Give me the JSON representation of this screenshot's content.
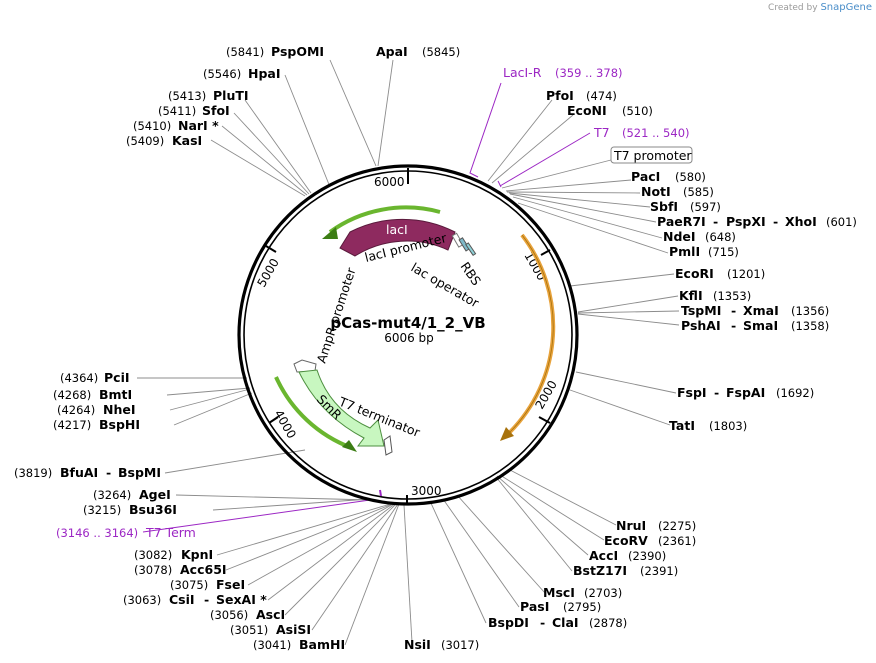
{
  "watermark": {
    "created_by": "Created by",
    "brand": "SnapGene"
  },
  "plasmid": {
    "name": "pCas-mut4/1_2_VB",
    "size": "6006 bp"
  },
  "ticks": [
    "1000",
    "2000",
    "3000",
    "4000",
    "5000",
    "6000"
  ],
  "features": {
    "lacI": "lacI",
    "lacI_promoter": "lacI promoter",
    "lac_operator": "lac operator",
    "RBS": "RBS",
    "AmpR_promoter": "AmpR promoter",
    "SmR": "SmR",
    "T7_terminator": "T7 terminator",
    "T7_promoter": "T7 promoter"
  },
  "labels_right": [
    {
      "name": "ApaI",
      "pos": "(5845)"
    },
    {
      "name": "PfoI",
      "pos": "(474)"
    },
    {
      "name": "EcoNI",
      "pos": "(510)"
    },
    {
      "name": "PacI",
      "pos": "(580)"
    },
    {
      "name": "NotI",
      "pos": "(585)"
    },
    {
      "name": "SbfI",
      "pos": "(597)"
    },
    {
      "name": "PaeR7I",
      "sep1": "-",
      "name2": "PspXI",
      "sep2": "-",
      "name3": "XhoI",
      "pos": "(601)"
    },
    {
      "name": "NdeI",
      "pos": "(648)"
    },
    {
      "name": "PmlI",
      "pos": "(715)"
    },
    {
      "name": "EcoRI",
      "pos": "(1201)"
    },
    {
      "name": "KflI",
      "pos": "(1353)"
    },
    {
      "name": "TspMI",
      "sep1": "-",
      "name2": "XmaI",
      "pos": "(1356)"
    },
    {
      "name": "PshAI",
      "sep1": "-",
      "name2": "SmaI",
      "pos": "(1358)"
    },
    {
      "name": "FspI",
      "sep1": "-",
      "name2": "FspAI",
      "pos": "(1692)"
    },
    {
      "name": "TatI",
      "pos": "(1803)"
    },
    {
      "name": "NruI",
      "pos": "(2275)"
    },
    {
      "name": "EcoRV",
      "pos": "(2361)"
    },
    {
      "name": "AccI",
      "pos": "(2390)"
    },
    {
      "name": "BstZ17I",
      "pos": "(2391)"
    },
    {
      "name": "MscI",
      "pos": "(2703)"
    },
    {
      "name": "PasI",
      "pos": "(2795)"
    },
    {
      "name": "BspDI",
      "sep1": "-",
      "name2": "ClaI",
      "pos": "(2878)"
    }
  ],
  "labels_left": [
    {
      "name": "PspOMI",
      "pos": "(5841)"
    },
    {
      "name": "HpaI",
      "pos": "(5546)"
    },
    {
      "name": "PluTI",
      "pos": "(5413)"
    },
    {
      "name": "SfoI",
      "pos": "(5411)"
    },
    {
      "name": "NarI *",
      "pos": "(5410)"
    },
    {
      "name": "KasI",
      "pos": "(5409)"
    },
    {
      "name": "PciI",
      "pos": "(4364)"
    },
    {
      "name": "BmtI",
      "pos": "(4268)"
    },
    {
      "name": "NheI",
      "pos": "(4264)"
    },
    {
      "name": "BspHI",
      "pos": "(4217)"
    },
    {
      "name": "BfuAI",
      "sep1": "-",
      "name2": "BspMI",
      "pos": "(3819)"
    },
    {
      "name": "AgeI",
      "pos": "(3264)"
    },
    {
      "name": "Bsu36I",
      "pos": "(3215)"
    },
    {
      "name": "KpnI",
      "pos": "(3082)"
    },
    {
      "name": "Acc65I",
      "pos": "(3078)"
    },
    {
      "name": "FseI",
      "pos": "(3075)"
    },
    {
      "name": "CsiI",
      "sep1": "-",
      "name2": "SexAI *",
      "pos": "(3063)"
    },
    {
      "name": "AscI",
      "pos": "(3056)"
    },
    {
      "name": "AsiSI",
      "pos": "(3051)"
    },
    {
      "name": "BamHI",
      "pos": "(3041)"
    },
    {
      "name": "NsiI",
      "pos": "(3017)"
    }
  ],
  "primer_features": [
    {
      "name": "LacI-R",
      "pos": "(359 .. 378)"
    },
    {
      "name": "T7",
      "pos": "(521 .. 540)"
    },
    {
      "name": "T7 Term",
      "pos": "(3146 .. 3164)"
    }
  ],
  "colors": {
    "lacI": "#8e2a5f",
    "SmR": "#c8f7c0",
    "orange_arrow": "#e8a33c",
    "green_arrow": "#6ab62f",
    "primer": "#9c27c4"
  }
}
